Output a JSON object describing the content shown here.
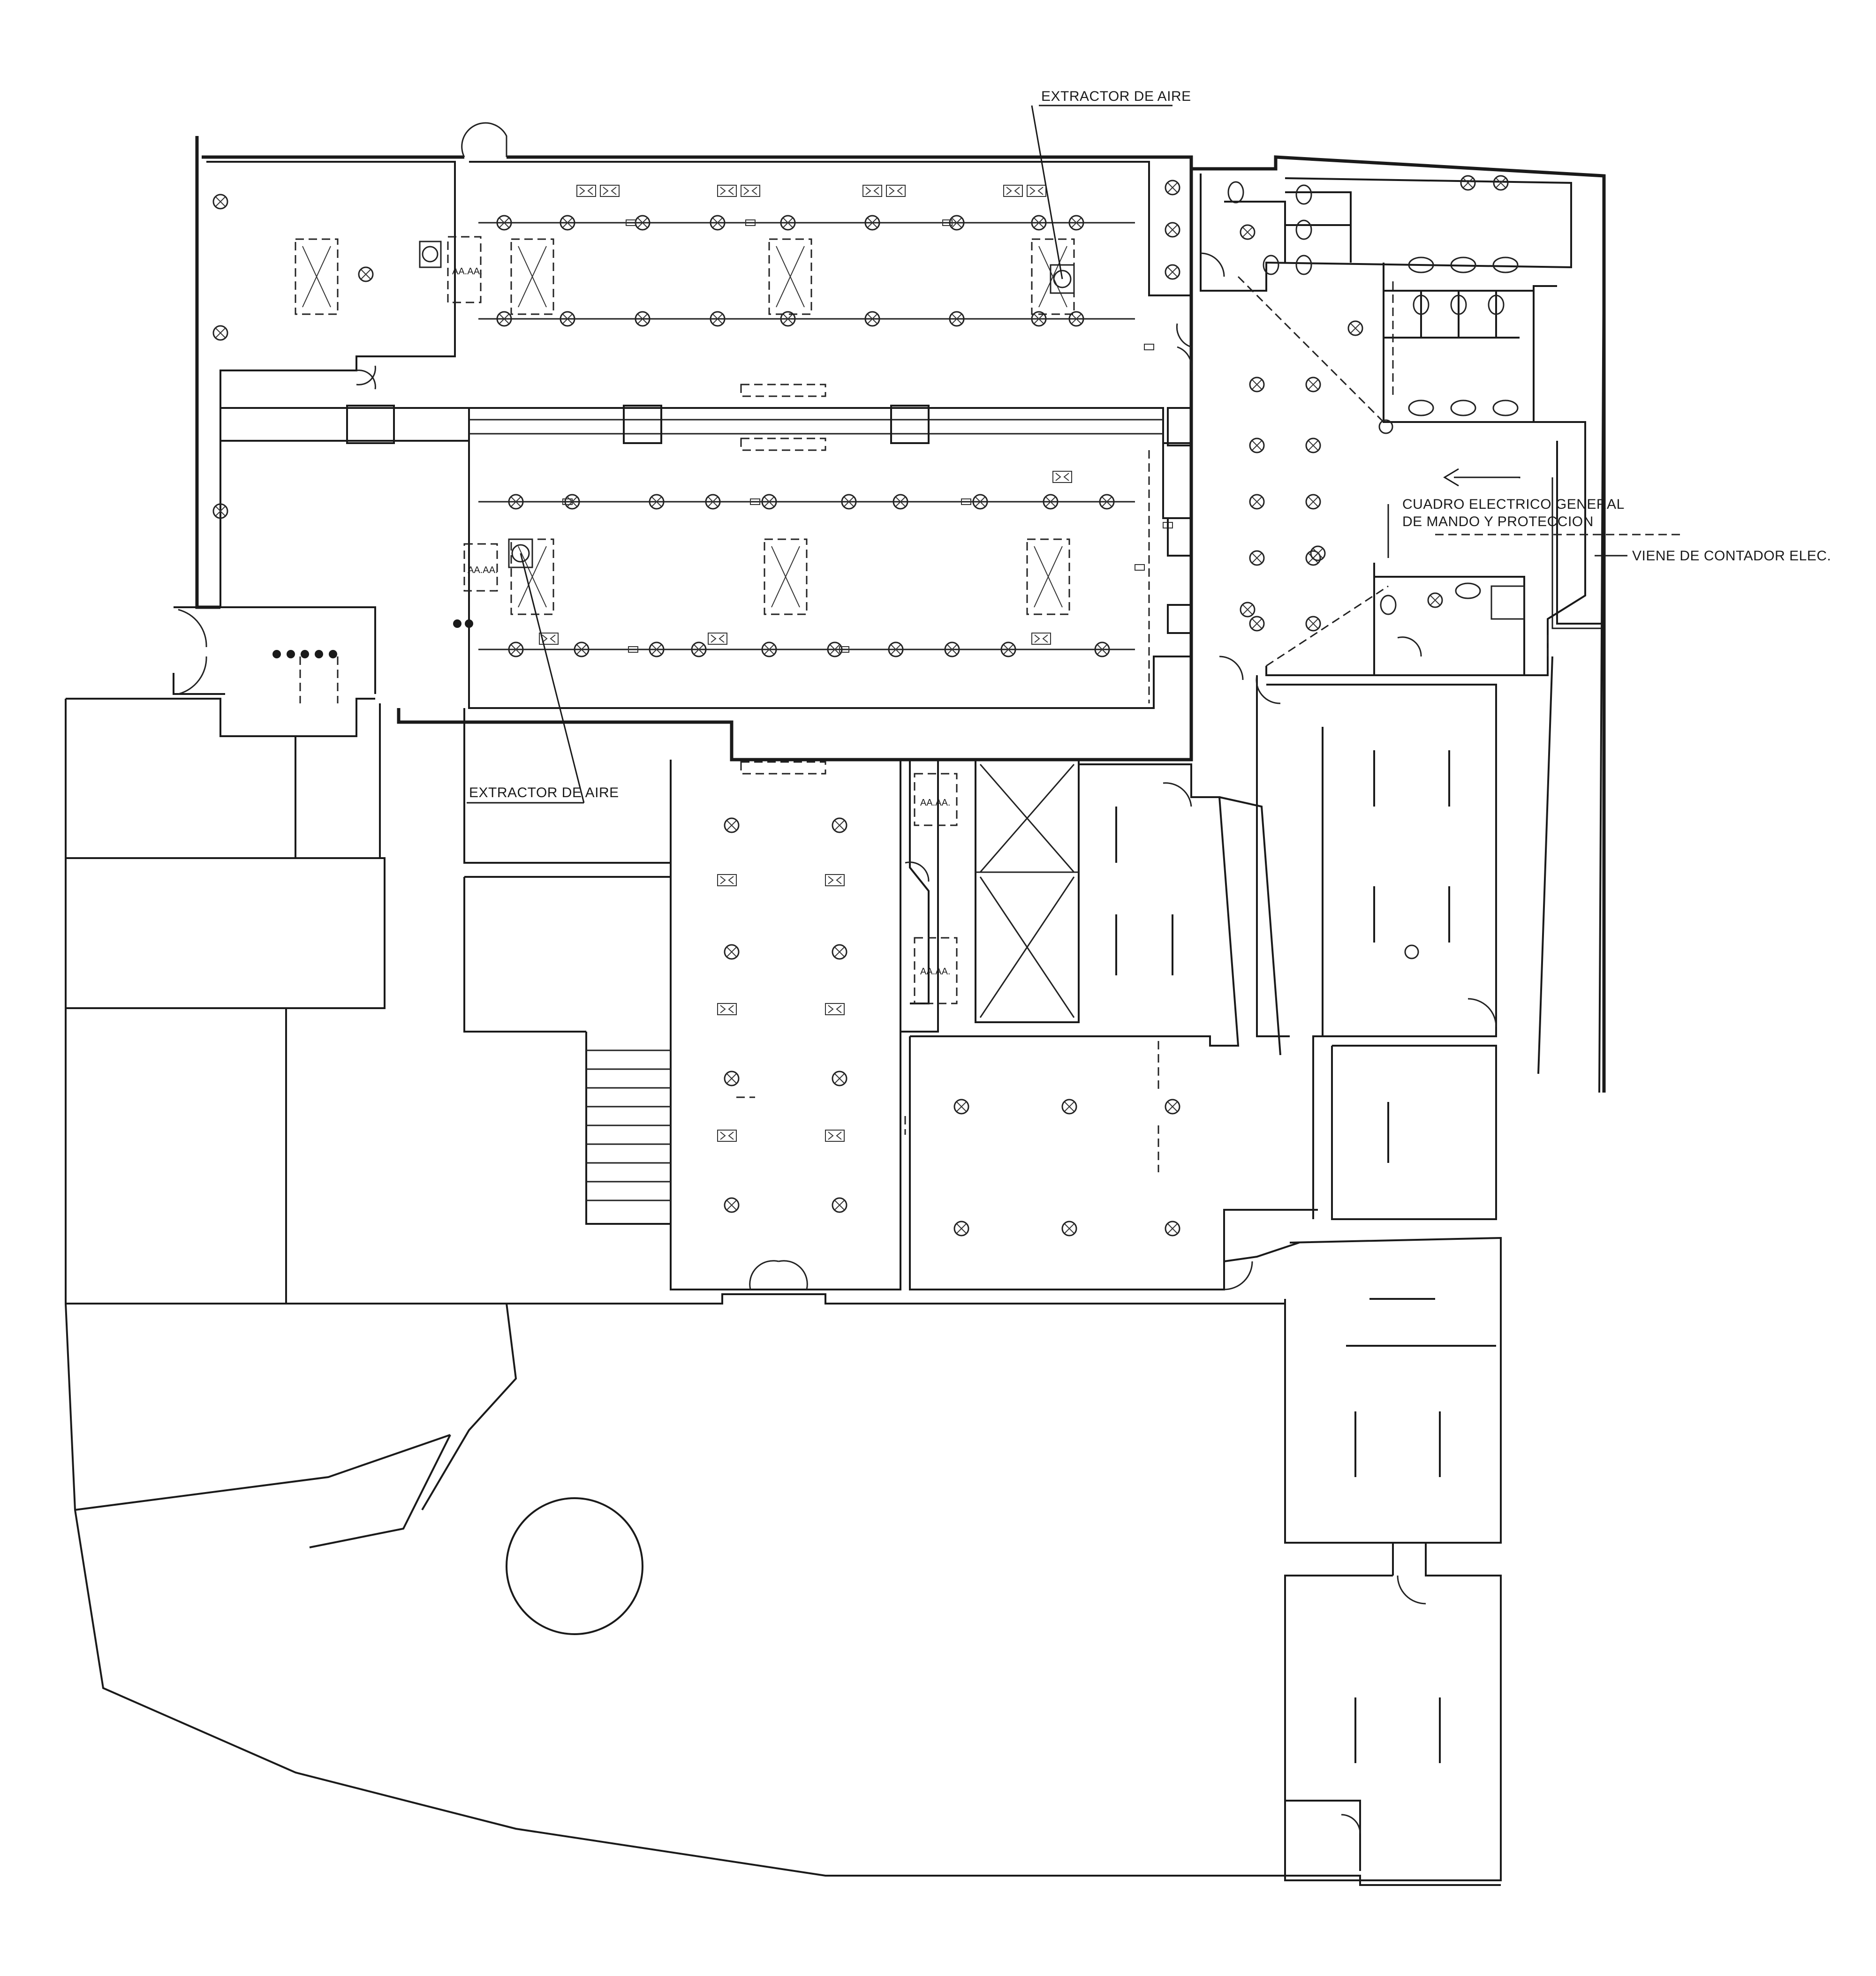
{
  "plan": {
    "labels": {
      "extractor_top": "EXTRACTOR DE AIRE",
      "extractor_left": "EXTRACTOR DE AIRE",
      "cuadro_line1": "CUADRO ELECTRICO GENERAL",
      "cuadro_line2": "DE MANDO Y PROTECCION",
      "viene": "VIENE DE CONTADOR ELEC."
    },
    "aa_units": [
      {
        "label": "AA.AA."
      },
      {
        "label": "AA.AA."
      },
      {
        "label": "AA.AA."
      },
      {
        "label": "AA.AA."
      }
    ],
    "colors": {
      "ink": "#1a1a1a",
      "paper": "#ffffff"
    }
  }
}
